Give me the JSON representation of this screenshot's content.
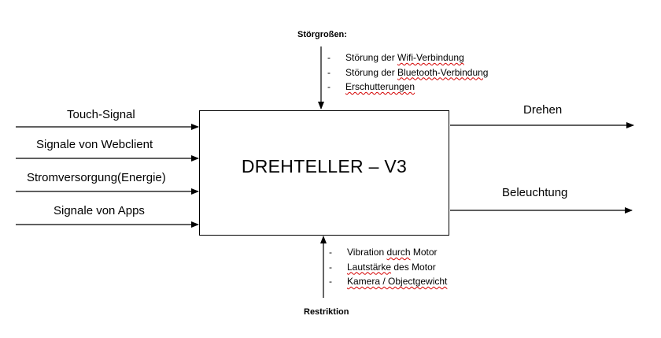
{
  "disturbances": {
    "title": "Störgroßen:",
    "items": [
      {
        "prefix": "Störung der ",
        "underlined": "Wifi-Verbindung",
        "suffix": ""
      },
      {
        "prefix": "Störung der ",
        "underlined": "Bluetooth-Verbindung",
        "suffix": ""
      },
      {
        "prefix": "",
        "underlined": "Erschutterungen",
        "suffix": ""
      }
    ]
  },
  "inputs": [
    {
      "label": "Touch-Signal"
    },
    {
      "label": "Signale von Webclient"
    },
    {
      "label": "Stromversorgung(Energie)"
    },
    {
      "label": "Signale von Apps"
    }
  ],
  "system": {
    "title": "DREHTELLER – V3"
  },
  "outputs": [
    {
      "label": "Drehen"
    },
    {
      "label": "Beleuchtung"
    }
  ],
  "restrictions": {
    "title": "Restriktion",
    "items": [
      {
        "prefix": "Vibration ",
        "underlined": "durch",
        "suffix": " Motor"
      },
      {
        "prefix": "",
        "underlined": "Lautstärke",
        "suffix": " des Motor"
      },
      {
        "prefix": "",
        "underlined": "Kamera / Objectgewicht",
        "suffix": ""
      }
    ]
  }
}
